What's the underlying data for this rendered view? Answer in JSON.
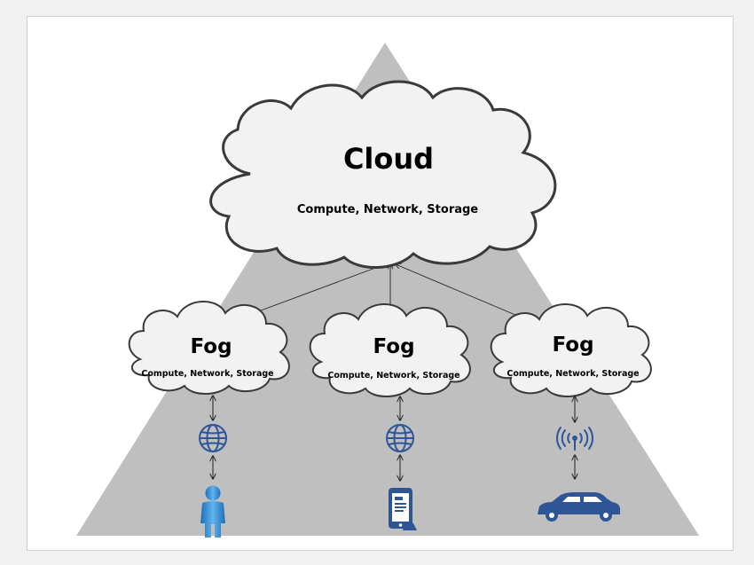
{
  "cloud": {
    "title": "Cloud",
    "subtitle": "Compute, Network, Storage"
  },
  "fog_nodes": [
    {
      "title": "Fog",
      "subtitle": "Compute, Network, Storage",
      "gateway_icon": "globe-icon",
      "device_icon": "person-icon"
    },
    {
      "title": "Fog",
      "subtitle": "Compute, Network, Storage",
      "gateway_icon": "globe-icon",
      "device_icon": "smartphone-icon"
    },
    {
      "title": "Fog",
      "subtitle": "Compute, Network, Storage",
      "gateway_icon": "wireless-antenna-icon",
      "device_icon": "car-icon"
    }
  ],
  "colors": {
    "background": "#ffffff",
    "pyramid": "#bfbfbf",
    "cloud_fill": "#f2f2f2",
    "cloud_stroke": "#3a3a3a",
    "icon_blue": "#2e5596"
  }
}
